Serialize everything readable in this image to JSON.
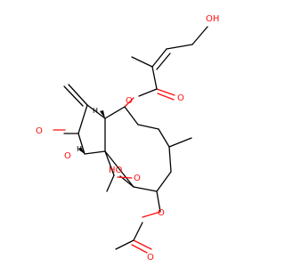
{
  "molecule": {
    "atom_labels": {
      "hydroxyl_top": "OH",
      "ester_o_ring": "O",
      "ester_carbonyl_o": "O",
      "lactone_carbonyl_o": "O",
      "lactone_ring_o": "O",
      "hydroxyl_mid": "HO",
      "acetate1_carbonyl_o": "O",
      "acetate2_o": "O",
      "acetate2_carbonyl_o": "O"
    },
    "stereo_labels": {
      "h_upper": "H",
      "h_lower": "H"
    },
    "colors": {
      "bond": "#000000",
      "oxygen": "#ff0d0d",
      "background": "#ffffff"
    }
  }
}
